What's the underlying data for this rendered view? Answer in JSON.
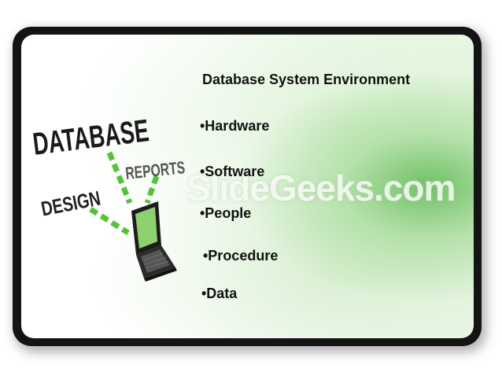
{
  "slide": {
    "title": "Database System Environment",
    "bullets": [
      "•Hardware",
      "•Software",
      "•People",
      "•Procedure",
      "•Data"
    ]
  },
  "illustration": {
    "words": [
      "DATABASE",
      "REPORTS",
      "DESIGN"
    ],
    "icon": "laptop-icon"
  },
  "watermark": "SlideGeeks.com",
  "colors": {
    "frame": "#141414",
    "accent_green": "#56c23a",
    "text": "#111111"
  }
}
